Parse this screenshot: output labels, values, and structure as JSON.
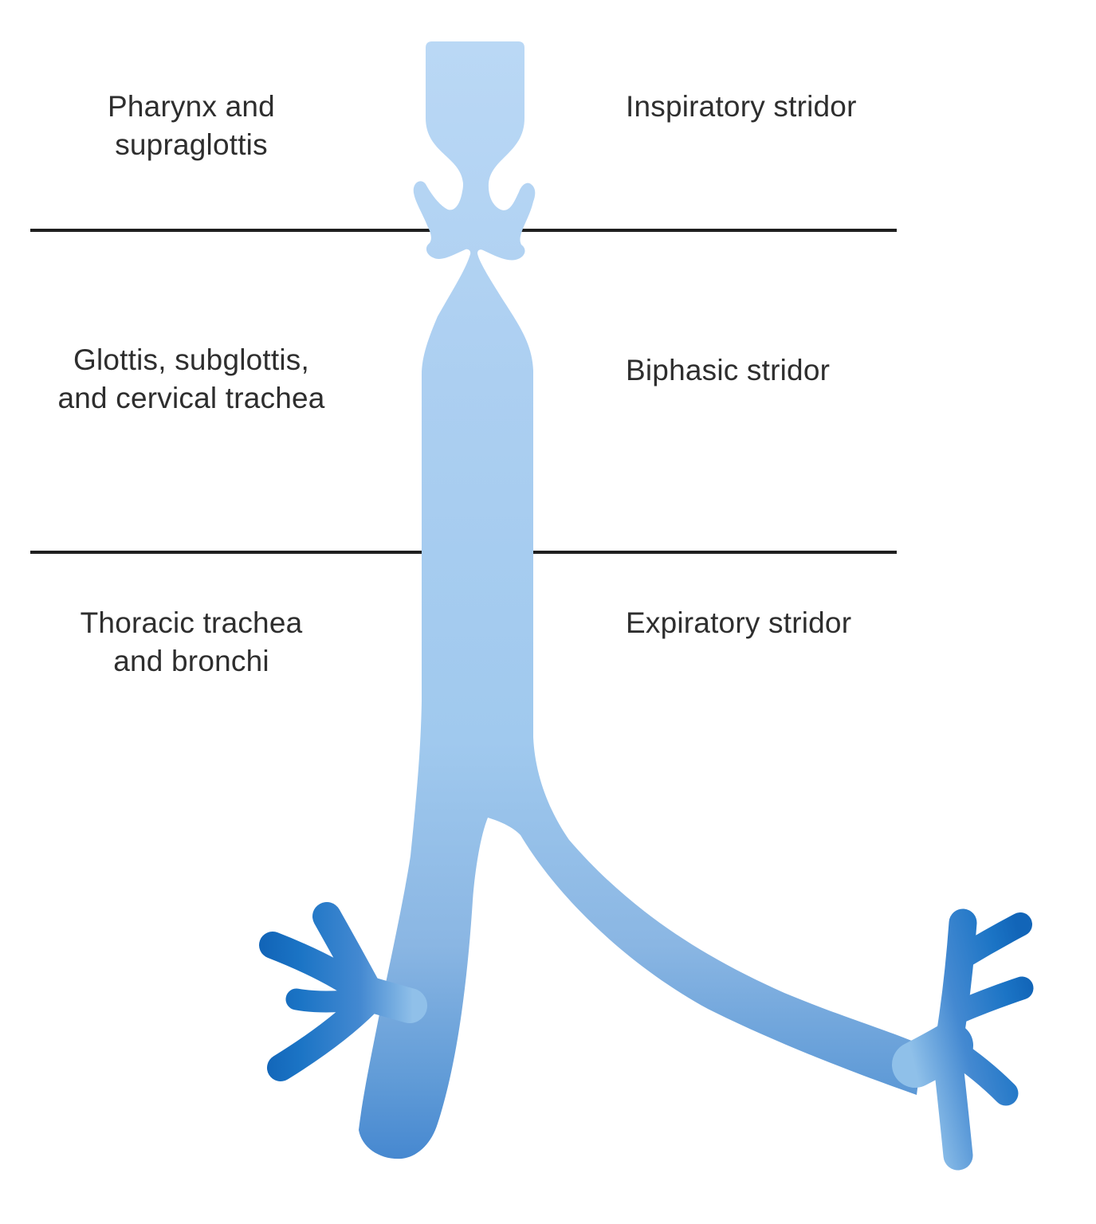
{
  "diagram": {
    "description": "Airway diagram correlating anatomic level of obstruction with stridor type",
    "rows": [
      {
        "anatomy": "Pharynx and\nsupraglottis",
        "stridor": "Inspiratory stridor"
      },
      {
        "anatomy": "Glottis, subglottis,\nand cervical trachea",
        "stridor": "Biphasic stridor"
      },
      {
        "anatomy": "Thoracic trachea\nand bronchi",
        "stridor": "Expiratory stridor"
      }
    ],
    "colors": {
      "airway_light": "#b9d8f5",
      "airway_mid": "#9cc6ec",
      "airway_dark": "#1b74c5",
      "divider_line": "#1f1f1f",
      "text": "#2e2e2e",
      "background": "#ffffff"
    }
  }
}
